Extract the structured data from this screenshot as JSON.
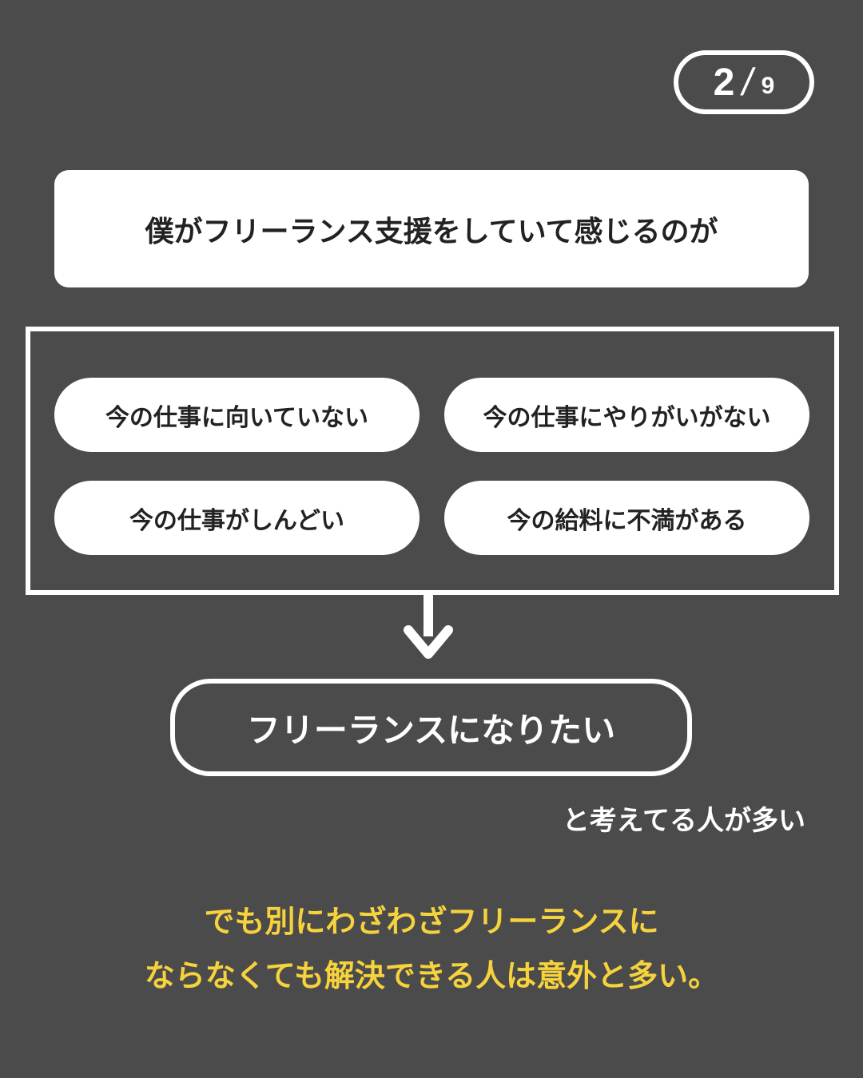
{
  "page_indicator": {
    "current": "2",
    "separator": "/",
    "total": "9"
  },
  "intro": "僕がフリーランス支援をしていて感じるのが",
  "reasons": [
    "今の仕事に向いていない",
    "今の仕事にやりがいがない",
    "今の仕事がしんどい",
    "今の給料に不満がある"
  ],
  "goal": "フリーランスになりたい",
  "note": "と考えてる人が多い",
  "conclusion": [
    "でも別にわざわざフリーランスに",
    "ならなくても解決できる人は意外と多い。"
  ],
  "colors": {
    "background": "#4b4b4b",
    "accent": "#f6d23d"
  }
}
